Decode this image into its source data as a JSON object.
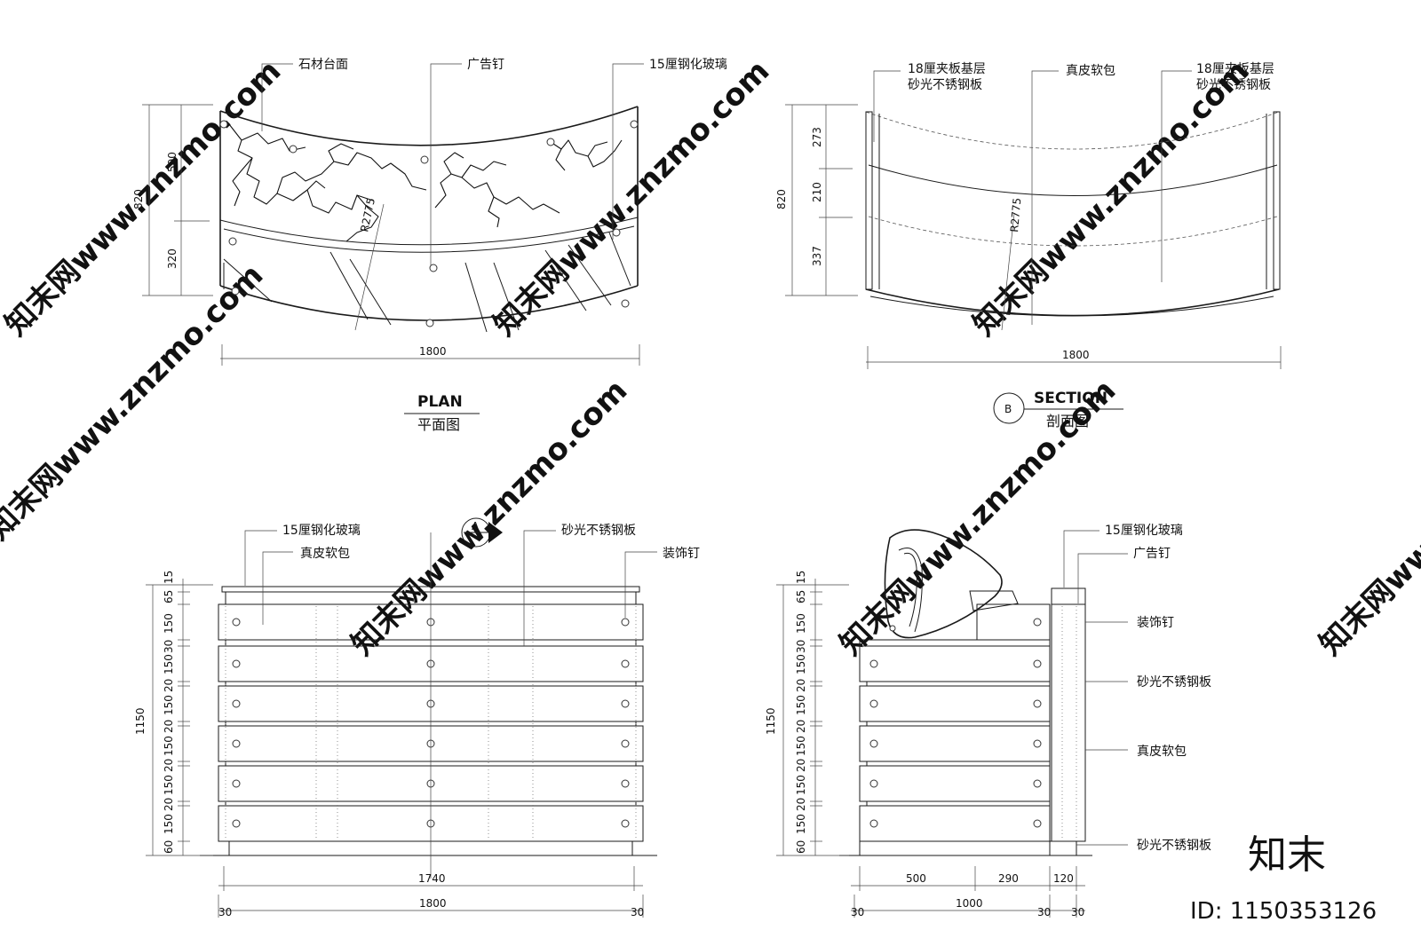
{
  "plan": {
    "callout_stone": "石材台面",
    "callout_nail": "广告钉",
    "callout_glass": "15厘钢化玻璃",
    "dim_total_h": "820",
    "dim_upper": "500",
    "dim_lower": "320",
    "dim_width": "1800",
    "radius": "R2775",
    "title": "PLAN",
    "subtitle": "平面图"
  },
  "section": {
    "callout_left_1": "18厘夹板基层",
    "callout_left_2": "砂光不锈钢板",
    "callout_mid": "真皮软包",
    "callout_right_1": "18厘夹板基层",
    "callout_right_2": "砂光不锈钢板",
    "dim_total_h": "820",
    "dim_a": "273",
    "dim_b": "210",
    "dim_c": "337",
    "dim_width": "1800",
    "radius": "R2775",
    "marker": "B",
    "title": "SECTION",
    "subtitle": "剖面图"
  },
  "front": {
    "callout_glass": "15厘钢化玻璃",
    "callout_leather": "真皮软包",
    "callout_steel": "砂光不锈钢板",
    "callout_deco": "装饰钉",
    "marker": "A",
    "dim_total": "1150",
    "dims_v": [
      "15",
      "65",
      "150",
      "30",
      "150",
      "20",
      "150",
      "20",
      "150",
      "20",
      "150",
      "20",
      "150",
      "60"
    ],
    "dim_inner": "1740",
    "dim_width": "1800",
    "dim_side_l": "30",
    "dim_side_r": "30"
  },
  "side": {
    "callout_glass": "15厘钢化玻璃",
    "callout_nail": "广告钉",
    "callout_deco": "装饰钉",
    "callout_steel": "砂光不锈钢板",
    "callout_leather": "真皮软包",
    "callout_steel_2": "砂光不锈钢板",
    "dim_total": "1150",
    "dims_v": [
      "15",
      "65",
      "150",
      "30",
      "150",
      "20",
      "150",
      "20",
      "150",
      "20",
      "150",
      "20",
      "150",
      "60"
    ],
    "dims_top": [
      "500",
      "290",
      "120"
    ],
    "dims_bottom": [
      "30",
      "1000",
      "30",
      "30"
    ]
  },
  "watermark": {
    "text": "知末网www.znzmo.com",
    "brand": "知末",
    "id": "ID: 1150353126"
  }
}
